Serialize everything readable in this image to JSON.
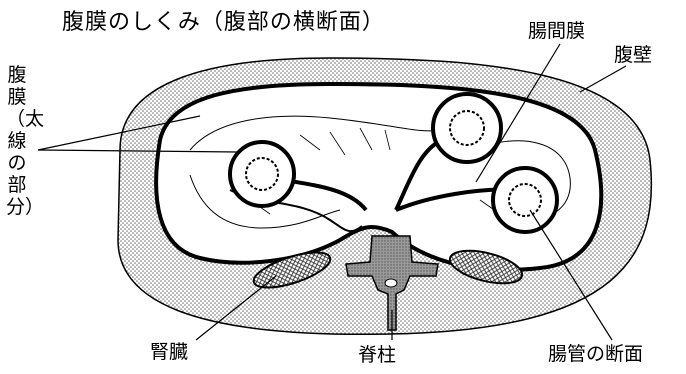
{
  "title": "腹膜のしくみ（腹部の横断面）",
  "labels": {
    "mesentery": "腸間膜",
    "abdominal_wall": "腹壁",
    "peritoneum": "腹膜（太線の部分）",
    "kidney": "腎臓",
    "spine": "脊柱",
    "intestine_section": "腸管の断面"
  },
  "colors": {
    "line": "#000000",
    "background": "#ffffff",
    "stipple": "#777777"
  }
}
